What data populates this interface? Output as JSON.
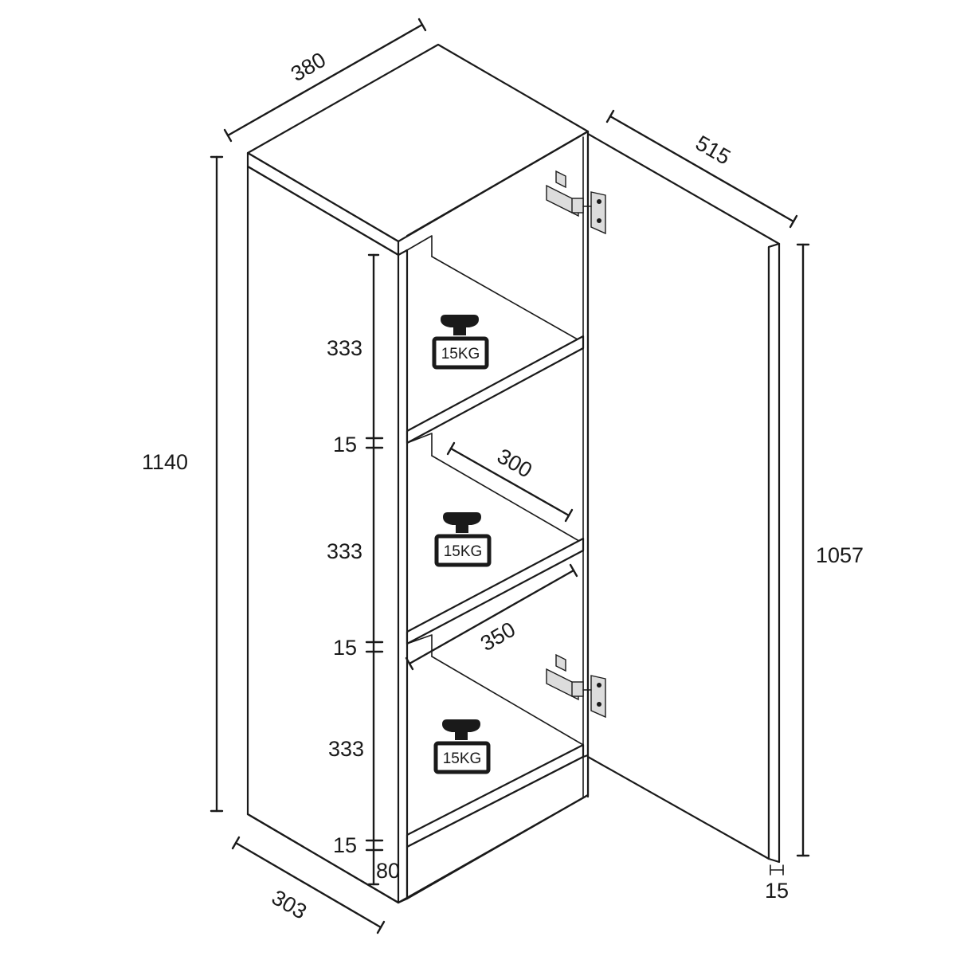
{
  "diagram": {
    "dimensions": {
      "top_width": "380",
      "door_width": "515",
      "total_height": "1140",
      "door_height": "1057",
      "depth_bottom": "303",
      "shelf_width": "300",
      "shelf_depth": "350",
      "door_thickness": "15",
      "plinth_height": "80"
    },
    "compartments": [
      {
        "height": "333",
        "shelf": "15",
        "load": "15KG"
      },
      {
        "height": "333",
        "shelf": "15",
        "load": "15KG"
      },
      {
        "height": "333",
        "shelf": "15",
        "load": "15KG"
      }
    ],
    "icons": {
      "weight": "weight-icon",
      "hinge": "hinge-icon"
    },
    "colors": {
      "line": "#1a1a1a",
      "background": "#ffffff"
    }
  }
}
